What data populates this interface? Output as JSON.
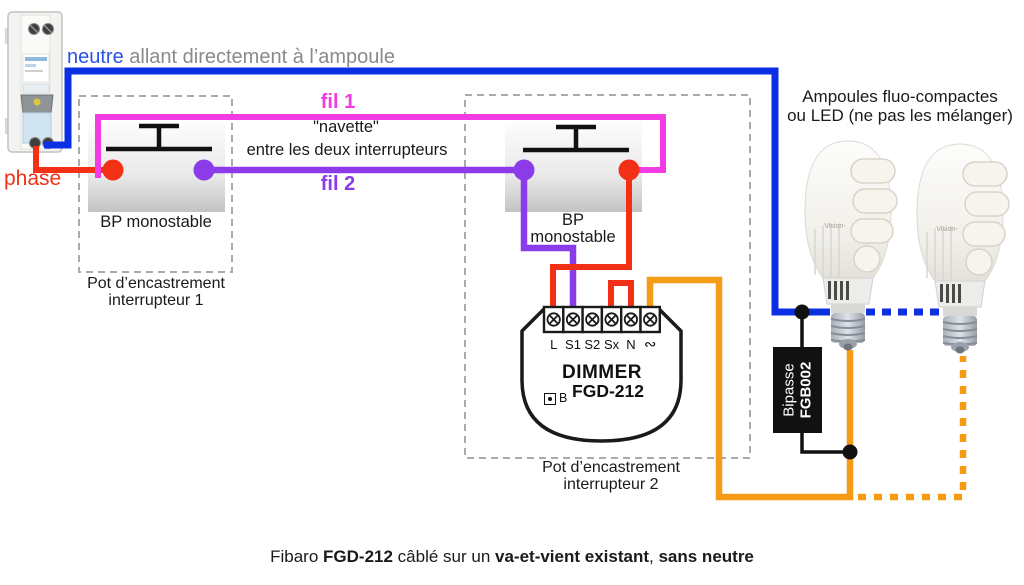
{
  "header": {
    "neutre": "neutre",
    "rest": " allant directement à l’ampoule"
  },
  "phase_label": "phase",
  "wires": {
    "fil1_label": "fil 1",
    "fil2_label": "fil 2",
    "navette_line1": "\"navette\"",
    "navette_line2": "entre les deux interrupteurs"
  },
  "switch1": {
    "label": "BP monostable",
    "pot_line1": "Pot d’encastrement",
    "pot_line2": "interrupteur 1"
  },
  "switch2": {
    "label_line1": "BP",
    "label_line2": "monostable",
    "pot_line1": "Pot d’encastrement",
    "pot_line2": "interrupteur 2"
  },
  "dimmer": {
    "name": "DIMMER",
    "model": "FGD-212",
    "button_label": "B",
    "terminals": [
      "L",
      "S1",
      "S2",
      "Sx",
      "N",
      "∾"
    ]
  },
  "bypass": {
    "line1": "Bipasse",
    "line2": "FGB002"
  },
  "bulbs": {
    "caption_line1": "Ampoules fluo-compactes",
    "caption_line2": "ou LED (ne pas les mélanger)",
    "brand": "Vision-"
  },
  "caption": {
    "t1": "Fibaro ",
    "b1": "FGD-212",
    "t2": " câblé sur un ",
    "b2": "va-et-vient existant",
    "t3": ", ",
    "b3": "sans neutre"
  },
  "colors": {
    "neutre": "#0b2fe3",
    "neutre_text": "#2b50e8",
    "phase": "#f13015",
    "fil1": "#f23be3",
    "fil2": "#8b3be8",
    "charge": "#f69b16",
    "noir": "#111111",
    "gris_pointilles": "#aaaaaa"
  }
}
